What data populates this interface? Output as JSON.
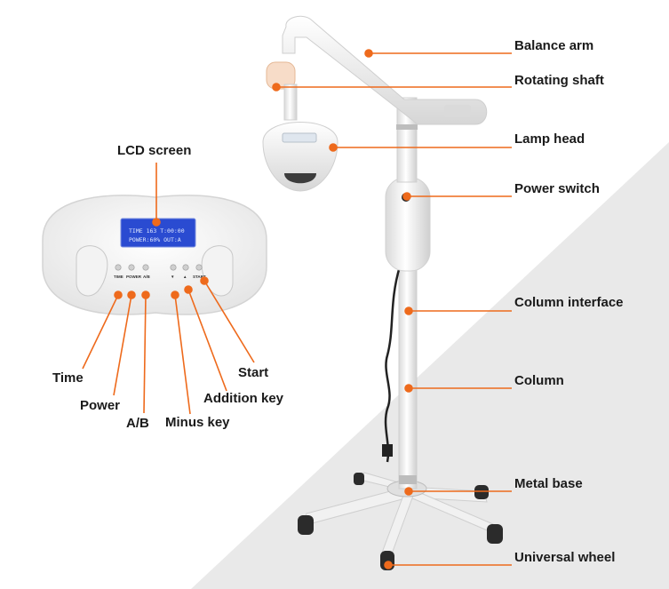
{
  "colors": {
    "accent_orange": "#ee6a1c",
    "lcd_blue": "#2a4bd1",
    "background_wedge": "#e9e9e9",
    "device_white": "#f6f6f6"
  },
  "right_labels": [
    {
      "id": "balance-arm",
      "text": "Balance arm"
    },
    {
      "id": "rotating-shaft",
      "text": "Rotating shaft"
    },
    {
      "id": "lamp-head",
      "text": "Lamp head"
    },
    {
      "id": "power-switch",
      "text": "Power switch"
    },
    {
      "id": "column-interface",
      "text": "Column interface"
    },
    {
      "id": "column",
      "text": "Column"
    },
    {
      "id": "metal-base",
      "text": "Metal base"
    },
    {
      "id": "universal-wheel",
      "text": "Universal wheel"
    }
  ],
  "left_labels": {
    "lcd_screen": "LCD screen",
    "time": "Time",
    "power": "Power",
    "ab": "A/B",
    "minus_key": "Minus key",
    "addition_key": "Addition key",
    "start": "Start"
  },
  "lcd": {
    "line1": "TIME 163 T:00:00",
    "line2": "POWER:60% OUT:A"
  },
  "panel_buttons": {
    "time": "TIME",
    "power": "POWER",
    "ab": "A/B",
    "minus": "▼",
    "plus": "▲",
    "start": "START"
  }
}
